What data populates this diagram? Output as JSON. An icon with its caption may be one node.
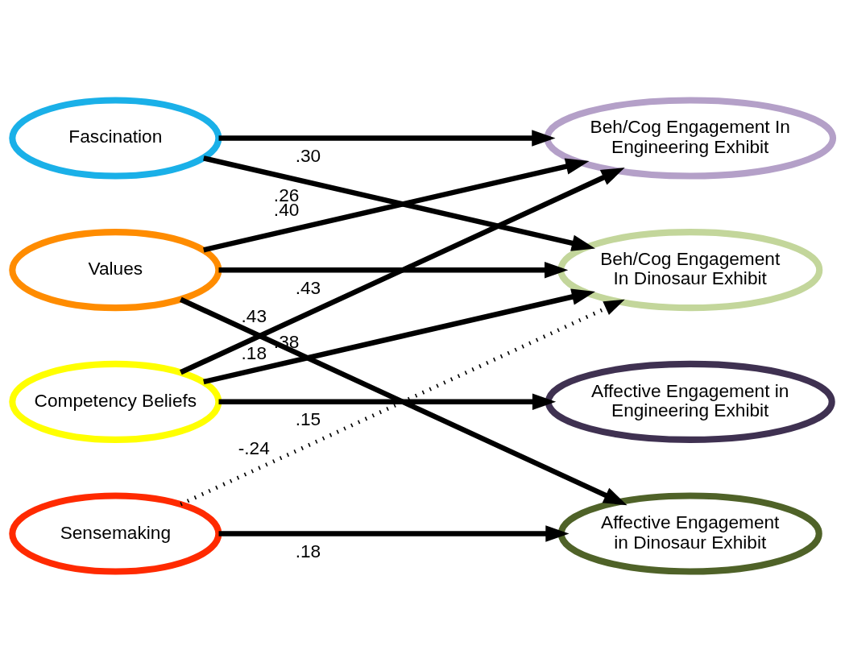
{
  "diagram": {
    "nodes": [
      {
        "text": [
          "Fascination"
        ]
      },
      {
        "text": [
          "Values"
        ]
      },
      {
        "text": [
          "Competency Beliefs"
        ]
      },
      {
        "text": [
          "Sensemaking"
        ]
      },
      {
        "text": [
          "Beh/Cog Engagement In Engineering Exhibit"
        ]
      },
      {
        "text": [
          "Beh/Cog Engagement In Dinosaur Exhibit"
        ]
      },
      {
        "text": [
          "Affective Engagement in Engineering Exhibit"
        ]
      },
      {
        "text": [
          "Affective Engagement in Dinosaur Exhibit"
        ]
      }
    ],
    "edges": [
      {
        "from": 0,
        "to": 4,
        "arrow": "to",
        "label": ".30"
      },
      {
        "from": 0,
        "to": 5,
        "arrow": "to",
        "label": ".26"
      },
      {
        "from": 1,
        "to": 4,
        "arrow": "to",
        "label": ".40"
      },
      {
        "from": 1,
        "to": 5,
        "arrow": "to",
        "label": ".43"
      },
      {
        "from": 1,
        "to": 7,
        "arrow": "to",
        "label": ".18"
      },
      {
        "from": 2,
        "to": 4,
        "arrow": "to",
        "label": ".43"
      },
      {
        "from": 2,
        "to": 5,
        "arrow": "to",
        "label": ".38"
      },
      {
        "from": 2,
        "to": 6,
        "arrow": "to",
        "label": ".15"
      },
      {
        "from": 3,
        "to": 5,
        "arrow": "to",
        "label": "-.24",
        "style": "dashed"
      },
      {
        "from": 3,
        "to": 7,
        "arrow": "to",
        "label": ".18"
      }
    ]
  }
}
